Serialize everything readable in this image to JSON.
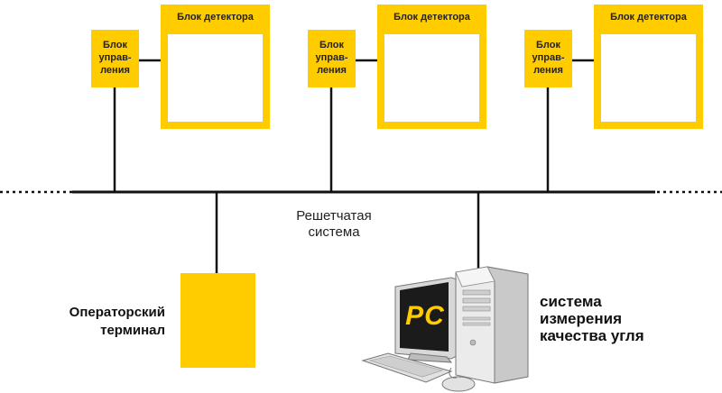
{
  "colors": {
    "accent": "#FFCC00",
    "line": "#111111",
    "background": "#FFFFFF"
  },
  "units": [
    {
      "controller": [
        "Блок",
        "управ-",
        "ления"
      ],
      "detector_title": "Блок детектора"
    },
    {
      "controller": [
        "Блок",
        "управ-",
        "ления"
      ],
      "detector_title": "Блок детектора"
    },
    {
      "controller": [
        "Блок",
        "управ-",
        "ления"
      ],
      "detector_title": "Блок детектора"
    }
  ],
  "network": {
    "label_line1": "Решетчатая",
    "label_line2": "система"
  },
  "operator": {
    "label_line1": "Операторский",
    "label_line2": "терминал"
  },
  "pc": {
    "screen_text": "PC",
    "label_line1": "система",
    "label_line2": "измерения",
    "label_line3": "качества угля"
  }
}
